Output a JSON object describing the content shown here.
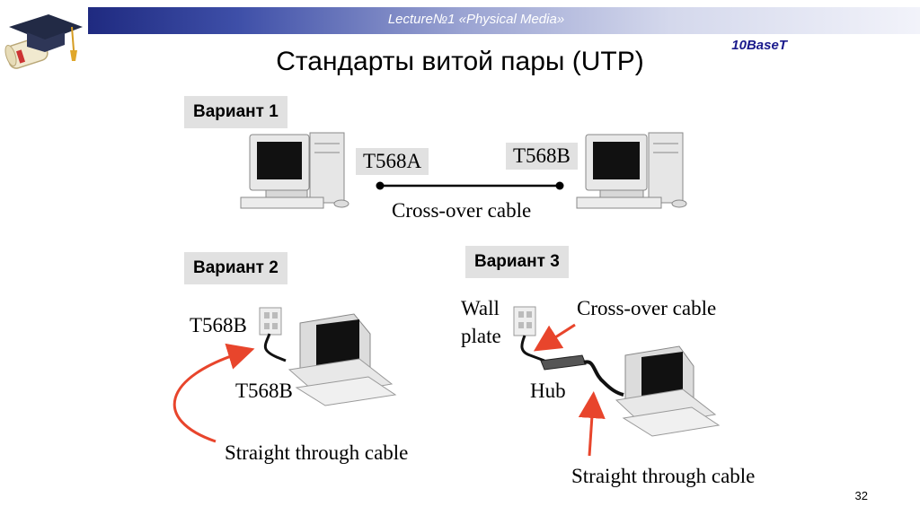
{
  "header": {
    "lecture_title": "Lecture№1 «Physical Media»",
    "badge": "10BaseT",
    "title": "Стандарты витой пары (UTP)"
  },
  "variant1": {
    "label": "Вариант 1",
    "left_standard": "T568A",
    "right_standard": "T568B",
    "cable": "Cross-over cable"
  },
  "variant2": {
    "label": "Вариант 2",
    "top_standard": "T568B",
    "bottom_standard": "T568B",
    "cable": "Straight through cable"
  },
  "variant3": {
    "label": "Вариант 3",
    "wall_line1": "Wall",
    "wall_line2": "plate",
    "cross_cable": "Cross-over cable",
    "hub": "Hub",
    "straight_cable": "Straight through cable"
  },
  "page_number": "32",
  "colors": {
    "arrow": "#e8452c",
    "header_dark": "#1f2a80",
    "label_bg": "#e1e1e1"
  }
}
